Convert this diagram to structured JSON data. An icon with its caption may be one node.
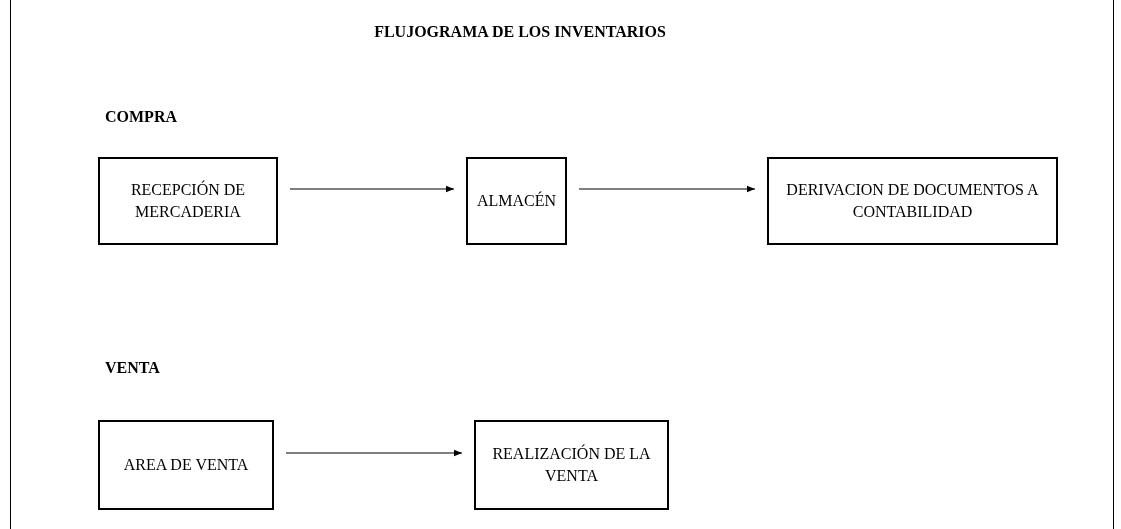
{
  "diagram": {
    "title": "FLUJOGRAMA DE LOS INVENTARIOS",
    "nodes": [
      {
        "text": [
          "RECEPCIÓN DE MERCADERIA"
        ]
      },
      {
        "text": [
          "ALMACÉN"
        ]
      },
      {
        "text": [
          "DERIVACION DE DOCUMENTOS A CONTABILIDAD"
        ]
      },
      {
        "text": [
          "AREA DE VENTA"
        ]
      },
      {
        "text": [
          "REALIZACIÓN DE LA VENTA"
        ]
      }
    ],
    "edges": [
      {
        "from": 0,
        "to": 1,
        "arrow": "to"
      },
      {
        "from": 1,
        "to": 2,
        "arrow": "to"
      },
      {
        "from": 3,
        "to": 4,
        "arrow": "to"
      }
    ],
    "labels": [
      "COMPRA",
      "VENTA"
    ]
  }
}
